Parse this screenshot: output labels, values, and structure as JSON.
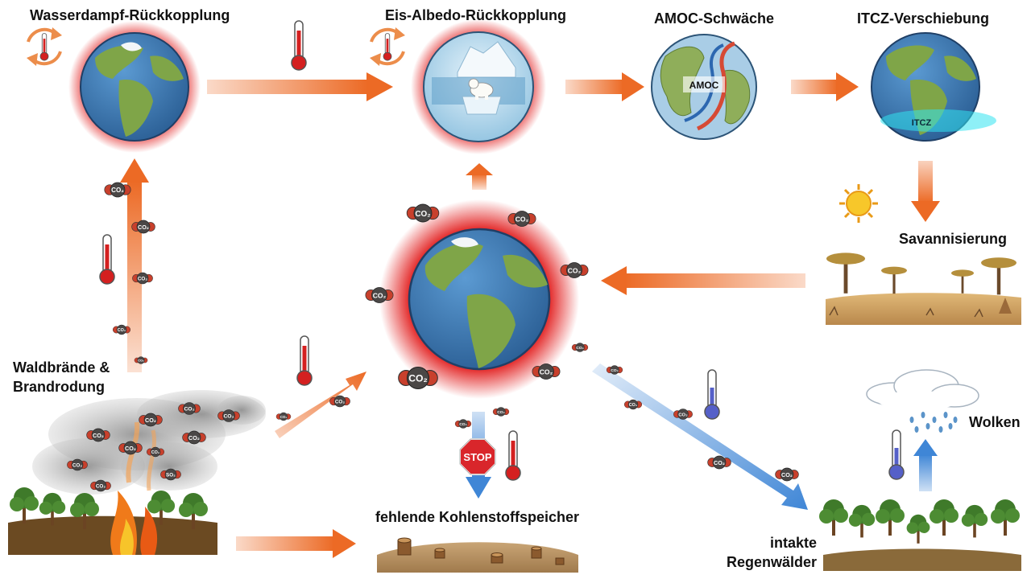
{
  "labels": {
    "water_vapor": "Wasserdampf-Rückkopplung",
    "ice_albedo": "Eis-Albedo-Rückkopplung",
    "amoc": "AMOC-Schwäche",
    "itcz": "ITCZ-Verschiebung",
    "savanna": "Savannisierung",
    "wildfires_line1": "Waldbrände &",
    "wildfires_line2": "Brandrodung",
    "carbon_sinks": "fehlende Kohlenstoffspeicher",
    "rainforest_line1": "intakte",
    "rainforest_line2": "Regenwälder",
    "clouds": "Wolken",
    "amoc_globe_text": "AMOC",
    "itcz_globe_text": "ITCZ",
    "stop_sign": "STOP",
    "co2": "CO₂",
    "so2": "SO₂"
  },
  "colors": {
    "arrow_orange": "#ec6a25",
    "arrow_blue": "#3f86d6",
    "glow_red": "#e01010",
    "ocean": "#3a78b5",
    "land": "#7fa548",
    "co2_grey": "#4a4746",
    "co2_red": "#c8402c",
    "thermo_red": "#d42020",
    "thermo_blue": "#5560c8"
  },
  "icons": [
    "refresh-cycle-icon",
    "thermometer-icon",
    "co2-molecule-icon",
    "stop-sign-icon",
    "sun-icon",
    "cloud-icon",
    "rain-icon",
    "globe-icon",
    "tree-icon",
    "fire-icon",
    "polar-bear-icon"
  ]
}
